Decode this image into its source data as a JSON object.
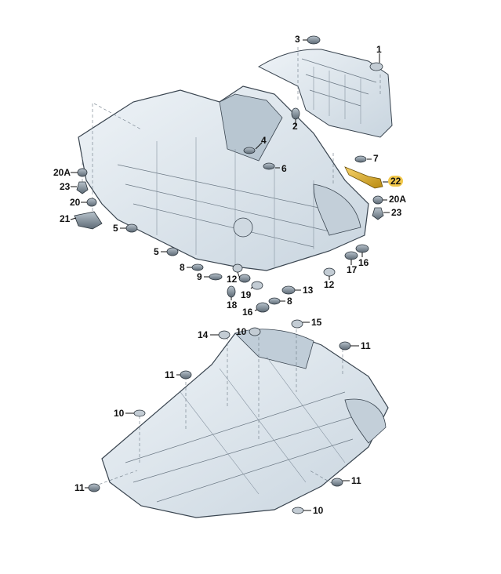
{
  "diagram": {
    "title": "Underbody plugs / grommets exploded view",
    "highlight_color": "#f2c84b",
    "body_color": "#dfe8ef",
    "line_color": "#3a4550",
    "callouts": [
      {
        "id": "c1",
        "label": "1",
        "part": "grommet"
      },
      {
        "id": "c2",
        "label": "2",
        "part": "plug"
      },
      {
        "id": "c3",
        "label": "3",
        "part": "plug"
      },
      {
        "id": "c4",
        "label": "4",
        "part": "plug"
      },
      {
        "id": "c6",
        "label": "6",
        "part": "plug"
      },
      {
        "id": "c7",
        "label": "7",
        "part": "plug"
      },
      {
        "id": "c22",
        "label": "22",
        "part": "bracket",
        "highlighted": true
      },
      {
        "id": "c20A_r",
        "label": "20A",
        "part": "nut"
      },
      {
        "id": "c23_r",
        "label": "23",
        "part": "bolt"
      },
      {
        "id": "c20A_l",
        "label": "20A",
        "part": "nut"
      },
      {
        "id": "c23_l",
        "label": "23",
        "part": "bolt"
      },
      {
        "id": "c20",
        "label": "20",
        "part": "nut"
      },
      {
        "id": "c21",
        "label": "21",
        "part": "bracket"
      },
      {
        "id": "c5a",
        "label": "5",
        "part": "plug"
      },
      {
        "id": "c5b",
        "label": "5",
        "part": "plug"
      },
      {
        "id": "c8a",
        "label": "8",
        "part": "plug"
      },
      {
        "id": "c9",
        "label": "9",
        "part": "plug"
      },
      {
        "id": "c12a",
        "label": "12",
        "part": "plug"
      },
      {
        "id": "c18",
        "label": "18",
        "part": "plug"
      },
      {
        "id": "c19",
        "label": "19",
        "part": "plug"
      },
      {
        "id": "c16a",
        "label": "16",
        "part": "plug"
      },
      {
        "id": "c8b",
        "label": "8",
        "part": "plug"
      },
      {
        "id": "c13",
        "label": "13",
        "part": "plug"
      },
      {
        "id": "c12b",
        "label": "12",
        "part": "plug"
      },
      {
        "id": "c17",
        "label": "17",
        "part": "plug"
      },
      {
        "id": "c16b",
        "label": "16",
        "part": "plug"
      },
      {
        "id": "c14",
        "label": "14",
        "part": "plug"
      },
      {
        "id": "c10a",
        "label": "10",
        "part": "plug"
      },
      {
        "id": "c15",
        "label": "15",
        "part": "plug"
      },
      {
        "id": "c11a",
        "label": "11",
        "part": "plug"
      },
      {
        "id": "c11b",
        "label": "11",
        "part": "plug"
      },
      {
        "id": "c10b",
        "label": "10",
        "part": "plug"
      },
      {
        "id": "c11c",
        "label": "11",
        "part": "plug"
      },
      {
        "id": "c11d",
        "label": "11",
        "part": "plug"
      },
      {
        "id": "c10c",
        "label": "10",
        "part": "plug"
      }
    ]
  }
}
